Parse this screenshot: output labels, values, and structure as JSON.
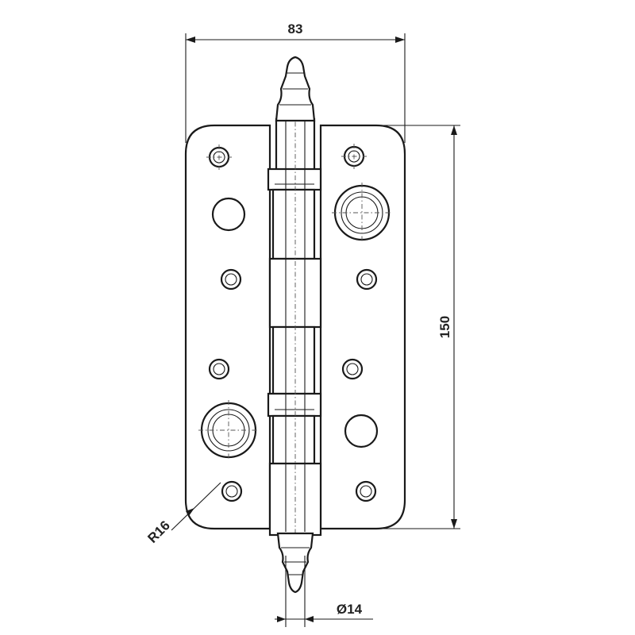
{
  "drawing": {
    "subject": "hinge",
    "dimensions": {
      "width": "83",
      "height": "150",
      "corner_radius": "R16",
      "pin_diameter": "Ø14"
    },
    "colors": {
      "line": "#1a1a1a",
      "background": "#ffffff"
    }
  }
}
